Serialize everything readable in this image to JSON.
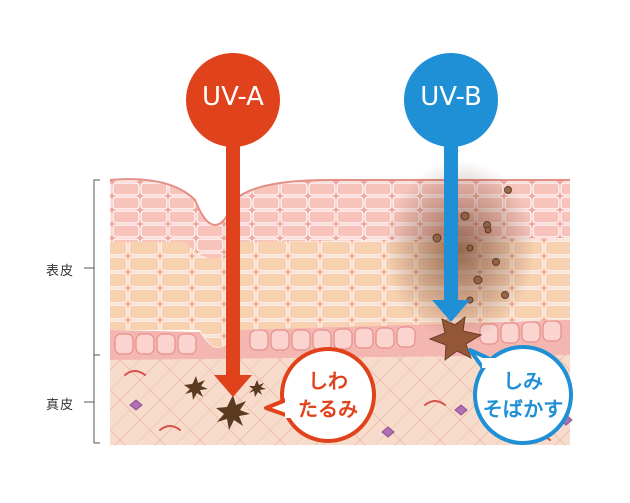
{
  "uva": {
    "label": "UV-A",
    "color": "#e0431b",
    "effect_line1": "しわ",
    "effect_line2": "たるみ"
  },
  "uvb": {
    "label": "UV-B",
    "color": "#1f8fd6",
    "effect_line1": "しみ",
    "effect_line2": "そばかす"
  },
  "layers": {
    "epidermis": "表皮",
    "dermis": "真皮"
  },
  "colors": {
    "skin_top": "#f0a8a0",
    "skin_mid": "#f6c9a3",
    "dermis": "#f6d2bf",
    "melanin": "#7a4a30"
  }
}
